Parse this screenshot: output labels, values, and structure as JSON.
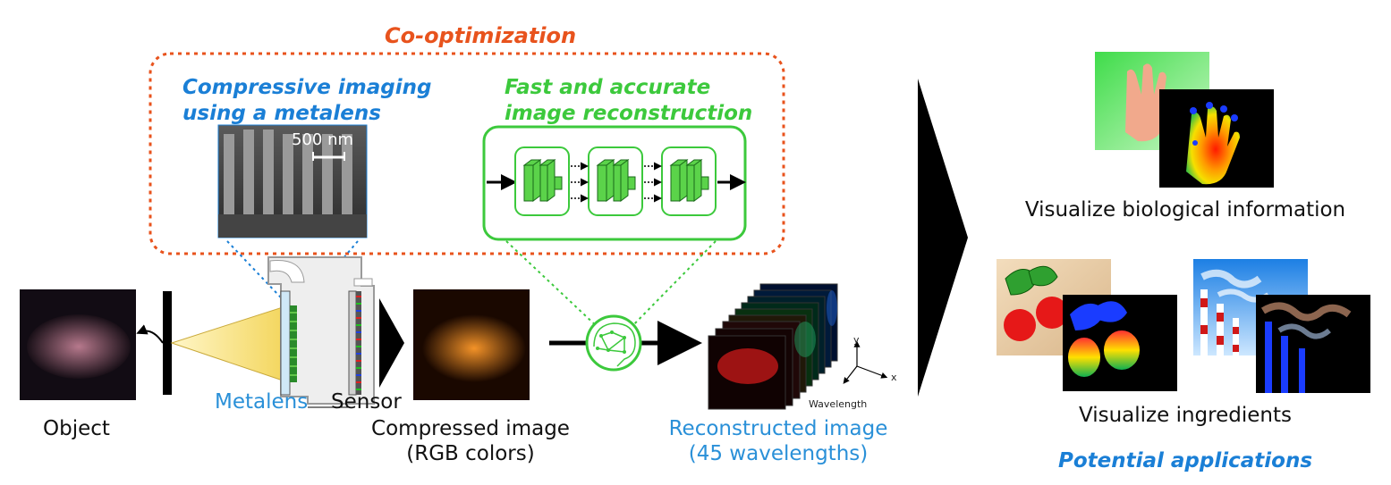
{
  "co_optimization": "Co-optimization",
  "compressive": {
    "line1": "Compressive imaging",
    "line2": "using a metalens"
  },
  "scale_bar": "500 nm",
  "reconstruction": {
    "line1": "Fast and accurate",
    "line2": "image reconstruction"
  },
  "object_label": "Object",
  "metalens_label": "Metalens",
  "sensor_label": "Sensor",
  "compressed": {
    "line1": "Compressed image",
    "line2": "(RGB colors)"
  },
  "reconstructed": {
    "line1": "Reconstructed image",
    "line2": "(45 wavelengths)"
  },
  "axes": {
    "y": "y",
    "x": "x",
    "w": "Wavelength"
  },
  "apps": {
    "biological": "Visualize biological information",
    "ingredients": "Visualize ingredients",
    "potential": "Potential applications"
  },
  "colors": {
    "orange": "#e8531d",
    "blue": "#1a7fd6",
    "green": "#3cc93c"
  }
}
